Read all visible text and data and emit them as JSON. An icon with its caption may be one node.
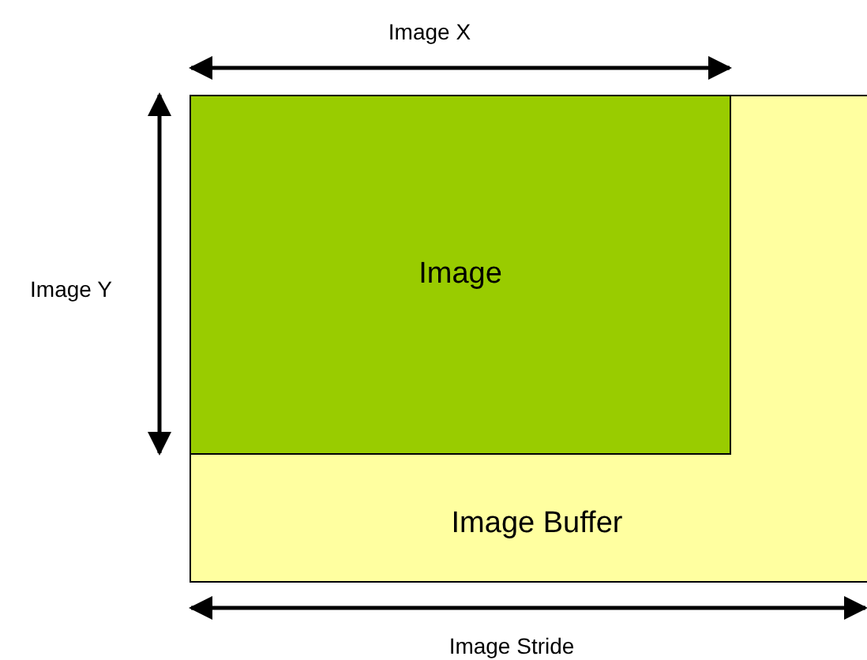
{
  "diagram": {
    "nodes": [
      {
        "text": [
          "Image Buffer"
        ]
      },
      {
        "text": [
          "Image"
        ],
        "in": 0
      }
    ],
    "labels": [
      "Image X",
      "Image Y",
      "Image Stride"
    ]
  }
}
